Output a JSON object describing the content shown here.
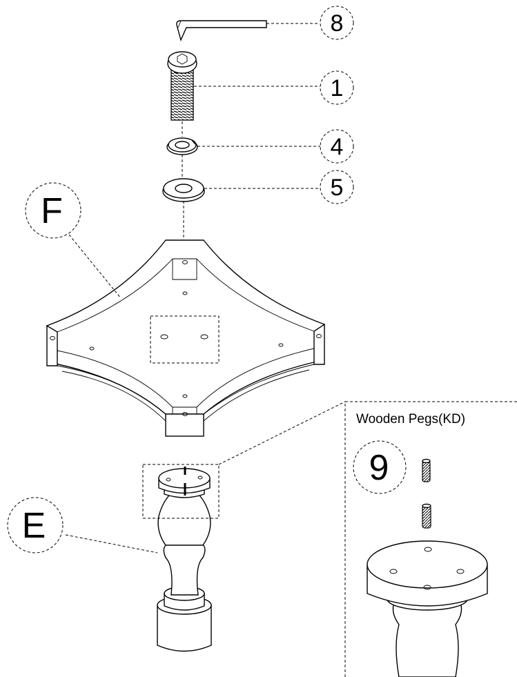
{
  "callouts": {
    "hex_key": "8",
    "bolt": "1",
    "lock_washer": "4",
    "flat_washer": "5",
    "base": "F",
    "leg": "E",
    "pegs": "9"
  },
  "detail": {
    "title": "Wooden Pegs(KD)"
  }
}
